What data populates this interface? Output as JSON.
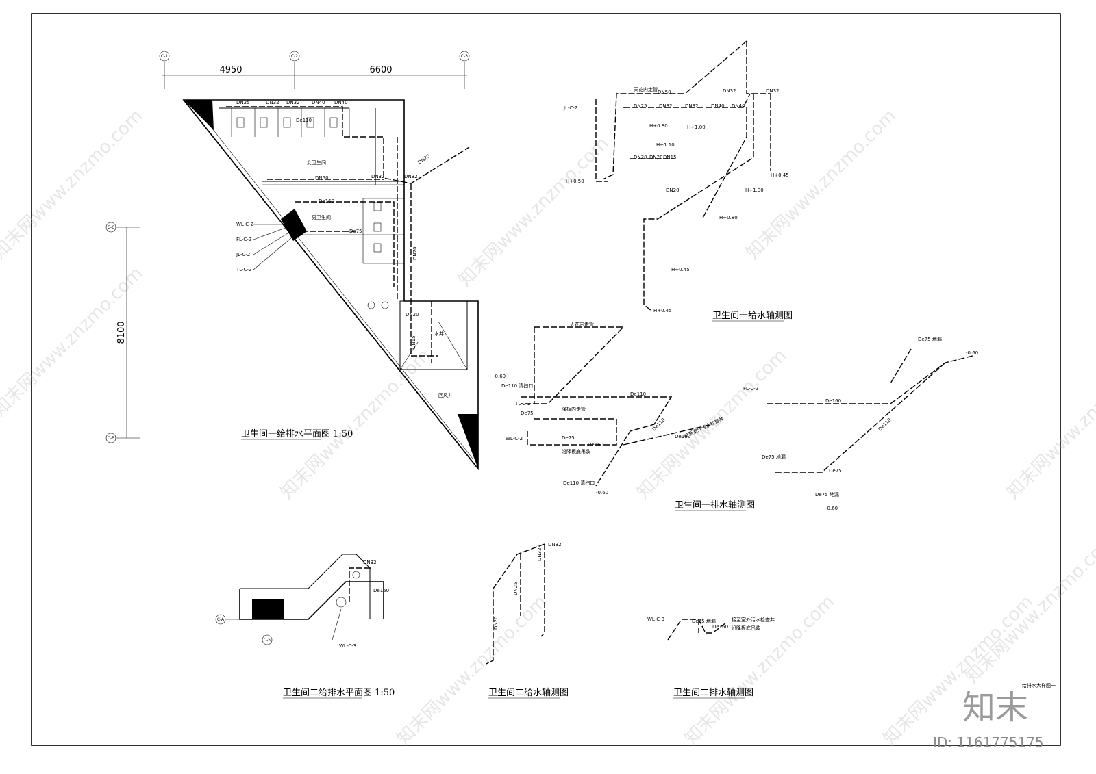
{
  "drawing": {
    "plan1": {
      "title": "卫生间一给排水平面图 1:50",
      "axes": [
        "C-1",
        "C-2",
        "C-3",
        "C-C",
        "C-B"
      ],
      "dims": {
        "d1": "4950",
        "d2": "6600",
        "d3": "8100"
      },
      "rooms": {
        "women": "女卫生间",
        "men": "男卫生间",
        "shaft": "回风井",
        "well": "水井"
      },
      "risers": [
        "WL-C-2",
        "FL-C-2",
        "JL-C-2",
        "TL-C-2"
      ],
      "pipes": [
        "DN25",
        "DN32",
        "DN32",
        "DN40",
        "DN40",
        "DN50",
        "DN32",
        "DN32",
        "De110",
        "De160",
        "De75",
        "DN20",
        "DN20",
        "DN15",
        "DN20"
      ]
    },
    "water1": {
      "title": "卫生间一给水轴测图",
      "riser": "JL-C-2",
      "notes": [
        "天花内走管",
        "DN50",
        "DN32",
        "DN25",
        "DN32",
        "DN32",
        "DN40",
        "DN40",
        "DN32",
        "DN20",
        "DN20",
        "DN15",
        "DN20"
      ],
      "heights": [
        "H+0.80",
        "H+1.00",
        "H+1.10",
        "H+0.50",
        "H+0.45",
        "H+1.00",
        "H+0.80",
        "H+0.45",
        "H+0.45"
      ]
    },
    "drain1": {
      "title": "卫生间一排水轴测图",
      "risers": [
        "TL-C-2",
        "WL-C-2",
        "FL-C-2"
      ],
      "notes": [
        "天花内走管",
        "-0.60",
        "De110 清扫口",
        "De110",
        "De75",
        "De75",
        "De160",
        "De160",
        "De110",
        "De110 清扫口",
        "-0.60",
        "De75 地漏",
        "-0.60",
        "De160",
        "De110",
        "De75 地漏",
        "De75",
        "De75 地漏",
        "-0.60",
        "接至室外污水检查井",
        "降板内走管",
        "沿降板底吊装"
      ]
    },
    "plan2": {
      "title": "卫生间二给排水平面图 1:50",
      "axes": [
        "C-A",
        "C-5"
      ],
      "risers": [
        "WL-C-3"
      ],
      "pipes": [
        "DN32",
        "De160"
      ]
    },
    "water2": {
      "title": "卫生间二给水轴测图",
      "pipes": [
        "DN32",
        "DN32",
        "DN25",
        "DN20"
      ]
    },
    "drain2": {
      "title": "卫生间二排水轴测图",
      "riser": "WL-C-3",
      "notes": [
        "De75 地漏",
        "De160",
        "接至室外污水检查井",
        "沿降板底吊装"
      ]
    },
    "sheet_label": "给排水大样图一",
    "watermark": "知末网www.znzmo.com",
    "logo": "知末",
    "id": "ID: 1161775175"
  }
}
